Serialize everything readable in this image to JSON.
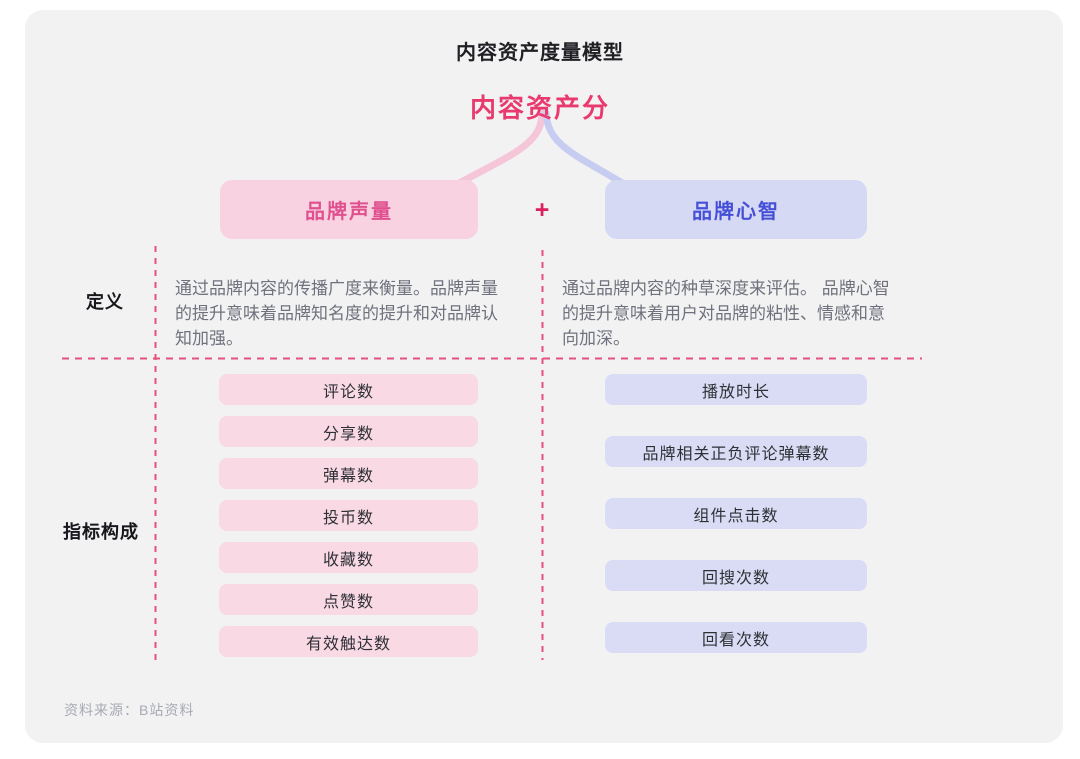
{
  "title": "内容资产度量模型",
  "root": {
    "label": "内容资产分"
  },
  "plus": "+",
  "row_labels": {
    "definition": "定义",
    "metrics": "指标构成"
  },
  "branches": [
    {
      "id": "brand-voice",
      "label": "品牌声量",
      "definition": "通过品牌内容的传播广度来衡量。品牌声量的提升意味着品牌知名度的提升和对品牌认知加强。",
      "metrics": [
        "评论数",
        "分享数",
        "弹幕数",
        "投币数",
        "收藏数",
        "点赞数",
        "有效触达数"
      ]
    },
    {
      "id": "brand-mind",
      "label": "品牌心智",
      "definition": "通过品牌内容的种草深度来评估。 品牌心智的提升意味着用户对品牌的粘性、情感和意向加深。",
      "metrics": [
        "播放时长",
        "品牌相关正负评论弹幕数",
        "组件点击数",
        "回搜次数",
        "回看次数"
      ]
    }
  ],
  "footer": "资料来源：B站资料",
  "colors": {
    "page-bg": "#ffffff",
    "panel-bg": "#f2f2f3",
    "pink-header-bg": "#f8d2e1",
    "pink-header-text": "#e0508f",
    "pink-metric-bg": "#f8d9e4",
    "lav-header-bg": "#d5d9f4",
    "lav-header-text": "#4650d6",
    "lav-metric-bg": "#d9dcf4",
    "metric-text": "#2f3036",
    "subtitle-color": "#e93a6f",
    "plus-color": "#db1f5f",
    "dash-color": "#e4527d",
    "def-text": "#6f727d",
    "label-text": "#17171c",
    "footer-text": "#a7aab3",
    "curve-pink": "#f5c5d8",
    "curve-lav": "#c7cdf1",
    "title-color": "#1f1f24"
  }
}
